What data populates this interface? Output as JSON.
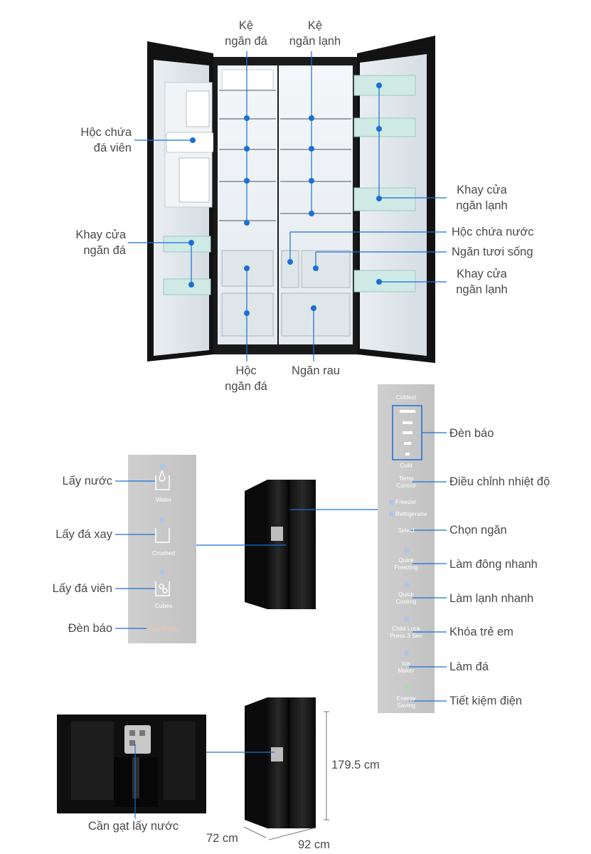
{
  "top_labels": {
    "ke_ngan_da": [
      "Kệ",
      "ngăn đá"
    ],
    "ke_ngan_lanh": [
      "Kệ",
      "ngăn lạnh"
    ],
    "hoc_chua_da_vien": [
      "Hộc chứa",
      "đá viên"
    ],
    "khay_cua_ngan_da": [
      "Khay cửa",
      "ngăn đá"
    ],
    "khay_cua_ngan_lanh_1": [
      "Khay cửa",
      "ngăn lạnh"
    ],
    "hoc_chua_nuoc": "Hộc chứa nước",
    "ngan_tuoi_song": "Ngăn tươi sống",
    "khay_cua_ngan_lanh_2": [
      "Khay cửa",
      "ngăn lạnh"
    ],
    "hoc_ngan_da": [
      "Hộc",
      "ngăn đá"
    ],
    "ngan_rau": "Ngăn rau"
  },
  "dispenser_panel": {
    "labels": [
      "Lấy nước",
      "Lấy đá xay",
      "Lấy đá viên",
      "Đèn báo"
    ],
    "buttons": [
      "Water",
      "Crushed",
      "Cubes"
    ],
    "tank_text": "Tank Empty"
  },
  "control_panel": {
    "labels": [
      "Đèn báo",
      "Điều chỉnh nhiệt độ",
      "Chọn ngăn",
      "Làm đông nhanh",
      "Làm lạnh nhanh",
      "Khóa trẻ em",
      "Làm đá",
      "Tiết kiệm điện"
    ],
    "top_text": "Coldest",
    "bottom_text": "Cold",
    "temp_control": [
      "Temp",
      "Control"
    ],
    "freezer": "Freezer",
    "refrigerator": "Refrigerator",
    "select": "Select",
    "quick_freezing": [
      "Quick",
      "Freezing"
    ],
    "quick_cooling": [
      "Quick",
      "Cooling"
    ],
    "child_lock": [
      "Child Lock",
      "Press 3 Sec"
    ],
    "ice_maker": [
      "Ice",
      "Maker"
    ],
    "energy_saving": [
      "Energy",
      "Saving"
    ]
  },
  "bottom": {
    "can_gat": "Cần gạt lấy nước",
    "height": "179.5 cm",
    "depth": "72 cm",
    "width": "92 cm"
  },
  "colors": {
    "accent": "#1a6fd6",
    "frame": "#141414",
    "panel": "#c9c9c9",
    "text": "#4a4a4a"
  }
}
